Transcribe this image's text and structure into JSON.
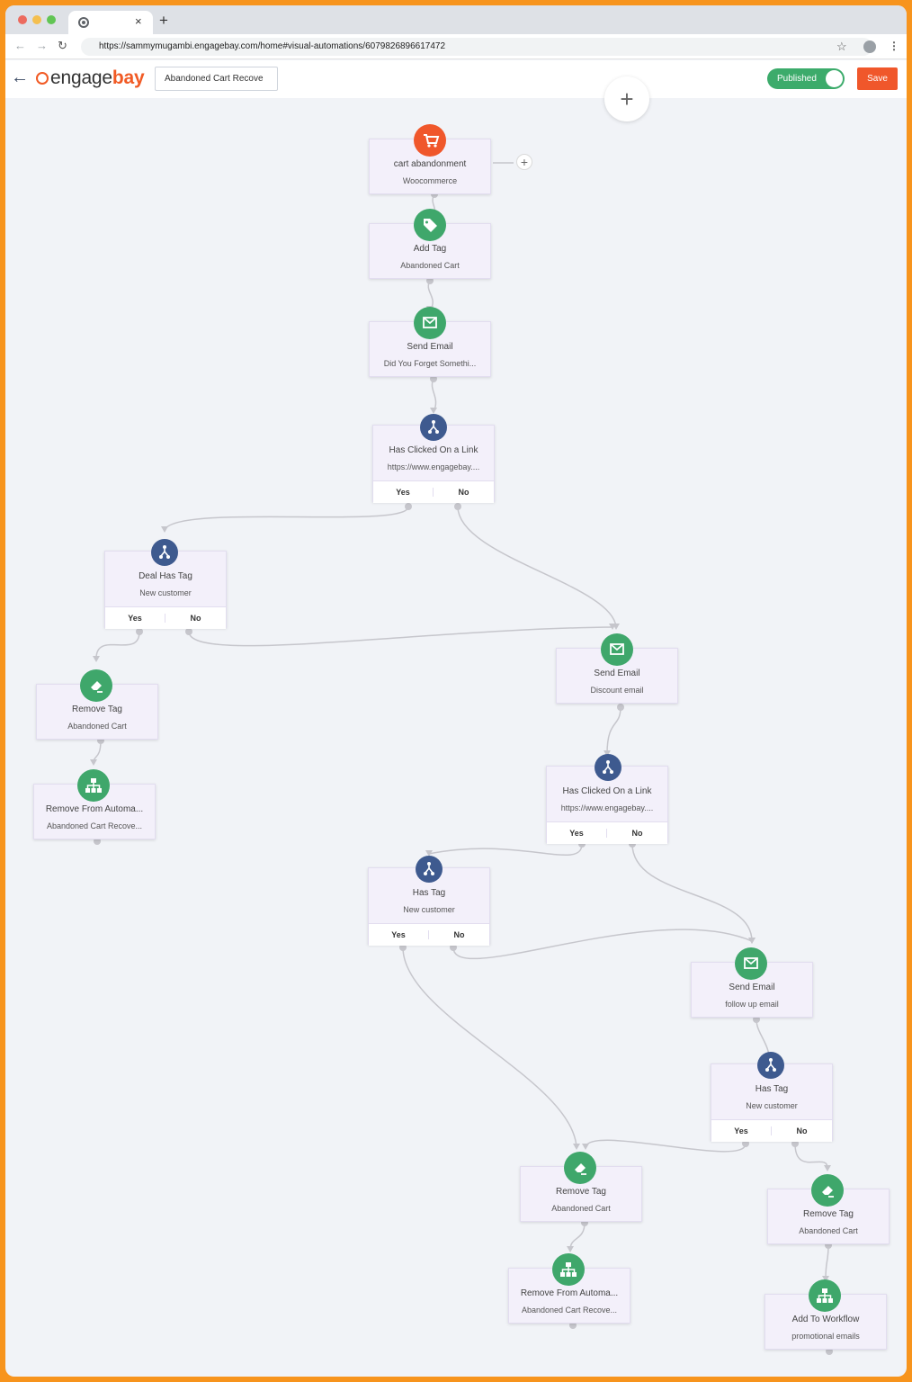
{
  "browser": {
    "tab_close": "×",
    "new_tab": "+",
    "url": "https://sammymugambi.engagebay.com/home#visual-automations/6079826896617472"
  },
  "header": {
    "logo_prefix": "engage",
    "logo_suffix": "bay",
    "workflow_name": "Abandoned Cart Recove",
    "published_label": "Published",
    "save_label": "Save",
    "add_label": "+"
  },
  "nodes": {
    "cart": {
      "title": "cart abandonment",
      "sub": "Woocommerce",
      "icon": "cart-icon"
    },
    "addtag": {
      "title": "Add Tag",
      "sub": "Abandoned Cart",
      "icon": "tag-icon"
    },
    "email1": {
      "title": "Send Email",
      "sub": "Did You Forget Somethi...",
      "icon": "envelope-icon"
    },
    "clicked1": {
      "title": "Has Clicked On a Link",
      "sub": "https://www.engagebay....",
      "yes": "Yes",
      "no": "No",
      "icon": "branch-icon"
    },
    "dealtag": {
      "title": "Deal Has Tag",
      "sub": "New customer",
      "yes": "Yes",
      "no": "No",
      "icon": "branch-icon"
    },
    "rmtag1": {
      "title": "Remove Tag",
      "sub": "Abandoned Cart",
      "icon": "eraser-icon"
    },
    "rmauto1": {
      "title": "Remove From Automa...",
      "sub": "Abandoned Cart Recove...",
      "icon": "hierarchy-icon"
    },
    "email2": {
      "title": "Send Email",
      "sub": "Discount email",
      "icon": "envelope-icon"
    },
    "clicked2": {
      "title": "Has Clicked On a Link",
      "sub": "https://www.engagebay....",
      "yes": "Yes",
      "no": "No",
      "icon": "branch-icon"
    },
    "hastag1": {
      "title": "Has Tag",
      "sub": "New customer",
      "yes": "Yes",
      "no": "No",
      "icon": "branch-icon"
    },
    "email3": {
      "title": "Send Email",
      "sub": "follow up email",
      "icon": "envelope-icon"
    },
    "hastag2": {
      "title": "Has Tag",
      "sub": "New customer",
      "yes": "Yes",
      "no": "No",
      "icon": "branch-icon"
    },
    "rmtag2": {
      "title": "Remove Tag",
      "sub": "Abandoned Cart",
      "icon": "eraser-icon"
    },
    "rmauto2": {
      "title": "Remove From Automa...",
      "sub": "Abandoned Cart Recove...",
      "icon": "hierarchy-icon"
    },
    "rmtag3": {
      "title": "Remove Tag",
      "sub": "Abandoned Cart",
      "icon": "eraser-icon"
    },
    "addwf": {
      "title": "Add To Workflow",
      "sub": "promotional emails",
      "icon": "hierarchy-icon"
    }
  },
  "colors": {
    "accent": "#f0572b",
    "green": "#3fa76b",
    "navy": "#3e5a8f",
    "toggle": "#3cab6b",
    "frame": "#f7941d"
  }
}
